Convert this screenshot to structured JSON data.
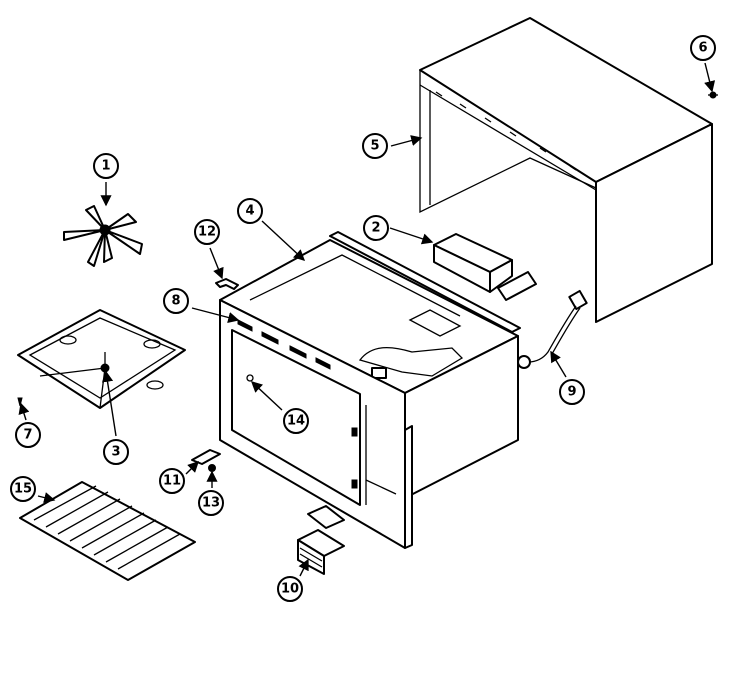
{
  "callouts": [
    {
      "id": "1",
      "label": "1"
    },
    {
      "id": "2",
      "label": "2"
    },
    {
      "id": "3",
      "label": "3"
    },
    {
      "id": "4",
      "label": "4"
    },
    {
      "id": "5",
      "label": "5"
    },
    {
      "id": "6",
      "label": "6"
    },
    {
      "id": "7",
      "label": "7"
    },
    {
      "id": "8",
      "label": "8"
    },
    {
      "id": "9",
      "label": "9"
    },
    {
      "id": "10",
      "label": "10"
    },
    {
      "id": "11",
      "label": "11"
    },
    {
      "id": "12",
      "label": "12"
    },
    {
      "id": "13",
      "label": "13"
    },
    {
      "id": "14",
      "label": "14"
    },
    {
      "id": "15",
      "label": "15"
    }
  ]
}
